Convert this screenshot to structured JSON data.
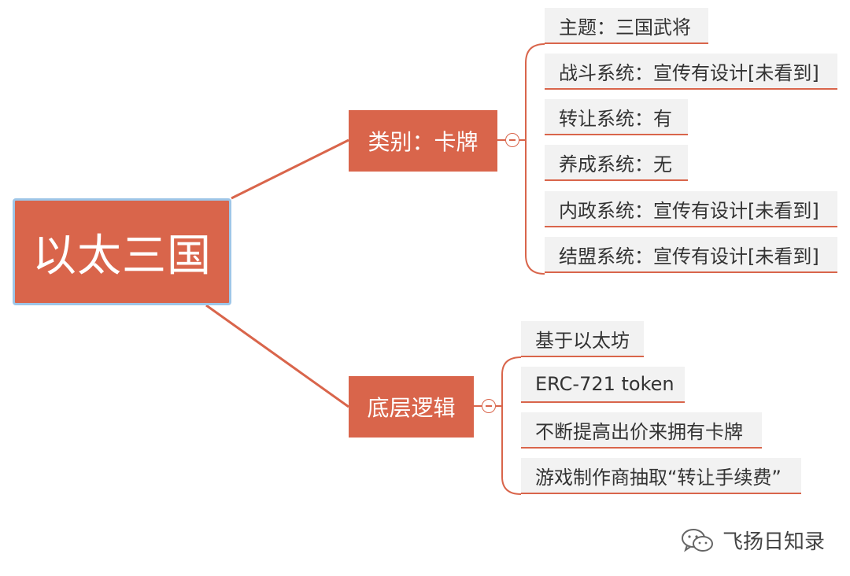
{
  "root": {
    "label": "以太三国"
  },
  "branches": [
    {
      "label": "类别：卡牌",
      "leaves": [
        "主题：三国武将",
        "战斗系统：宣传有设计[未看到]",
        "转让系统：有",
        "养成系统：无",
        "内政系统：宣传有设计[未看到]",
        "结盟系统：宣传有设计[未看到]"
      ]
    },
    {
      "label": "底层逻辑",
      "leaves": [
        "基于以太坊",
        "ERC-721 token",
        "不断提高出价来拥有卡牌",
        "游戏制作商抽取“转让手续费”"
      ]
    }
  ],
  "watermark": {
    "text": "飞扬日知录"
  },
  "colors": {
    "node": "#d9654b",
    "leaf_bg": "#f2f2f2",
    "root_border": "#9ec6e8"
  }
}
